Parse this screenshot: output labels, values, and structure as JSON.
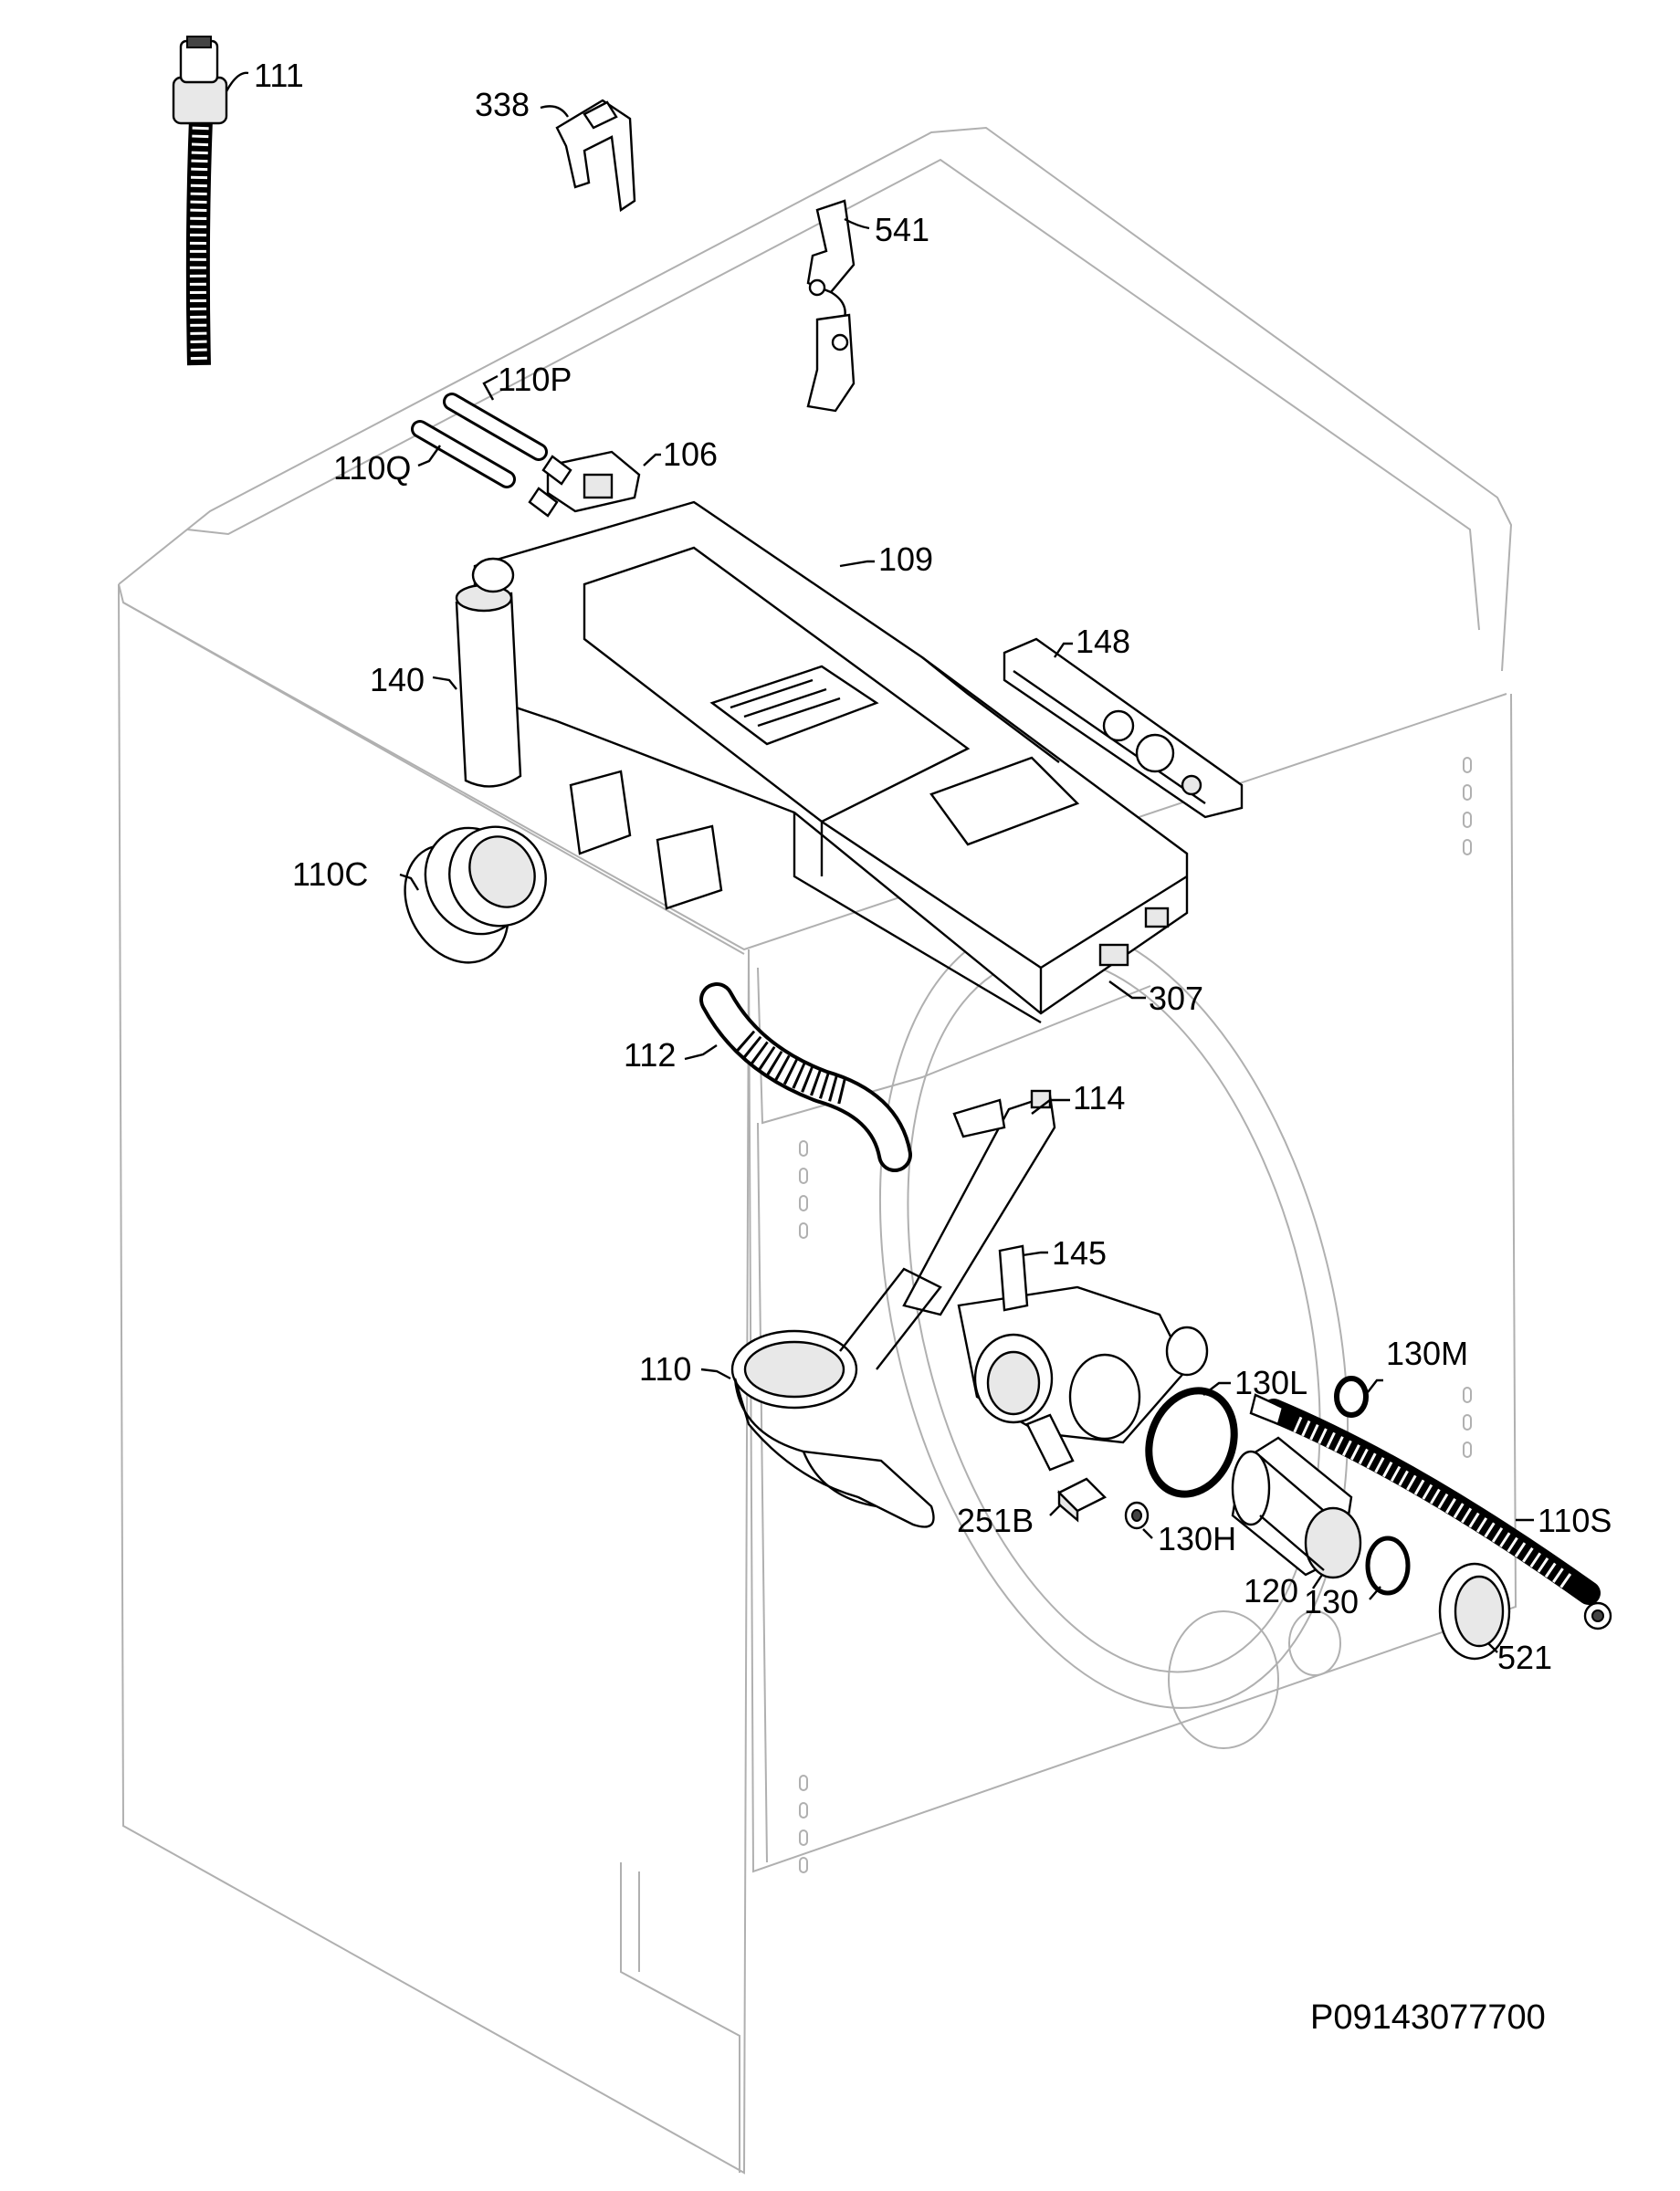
{
  "diagram_code": "P09143077700",
  "callouts": [
    {
      "id": "111",
      "text": "111"
    },
    {
      "id": "338",
      "text": "338"
    },
    {
      "id": "541",
      "text": "541"
    },
    {
      "id": "110P",
      "text": "110P"
    },
    {
      "id": "110Q",
      "text": "110Q"
    },
    {
      "id": "106",
      "text": "106"
    },
    {
      "id": "109",
      "text": "109"
    },
    {
      "id": "148",
      "text": "148"
    },
    {
      "id": "140",
      "text": "140"
    },
    {
      "id": "110C",
      "text": "110C"
    },
    {
      "id": "307",
      "text": "307"
    },
    {
      "id": "112",
      "text": "112"
    },
    {
      "id": "114",
      "text": "114"
    },
    {
      "id": "145",
      "text": "145"
    },
    {
      "id": "110",
      "text": "110"
    },
    {
      "id": "130L",
      "text": "130L"
    },
    {
      "id": "130M",
      "text": "130M"
    },
    {
      "id": "251B",
      "text": "251B"
    },
    {
      "id": "130H",
      "text": "130H"
    },
    {
      "id": "110S",
      "text": "110S"
    },
    {
      "id": "120",
      "text": "120"
    },
    {
      "id": "130",
      "text": "130"
    },
    {
      "id": "521",
      "text": "521"
    }
  ]
}
